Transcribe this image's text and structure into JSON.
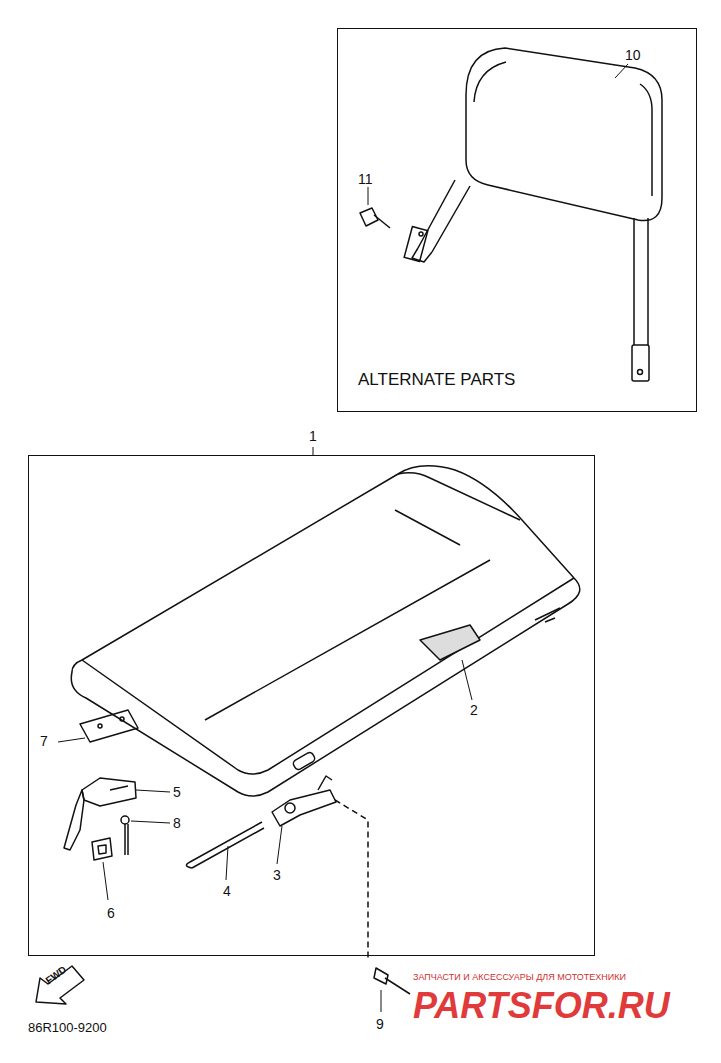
{
  "diagram": {
    "nodes": [
      {
        "text": [
          "10",
          "11",
          "ALTERNATE PARTS"
        ]
      },
      {
        "text": [
          "1",
          "2",
          "7",
          "5",
          "8",
          "3",
          "4",
          "6"
        ]
      }
    ],
    "labels": [
      "9",
      "FWD",
      "86R100-9200",
      "ЗАПЧАСТИ И АКСЕССУАРЫ ДЛЯ МОТОТЕХНИКИ",
      "PARTSFOR.RU"
    ]
  }
}
